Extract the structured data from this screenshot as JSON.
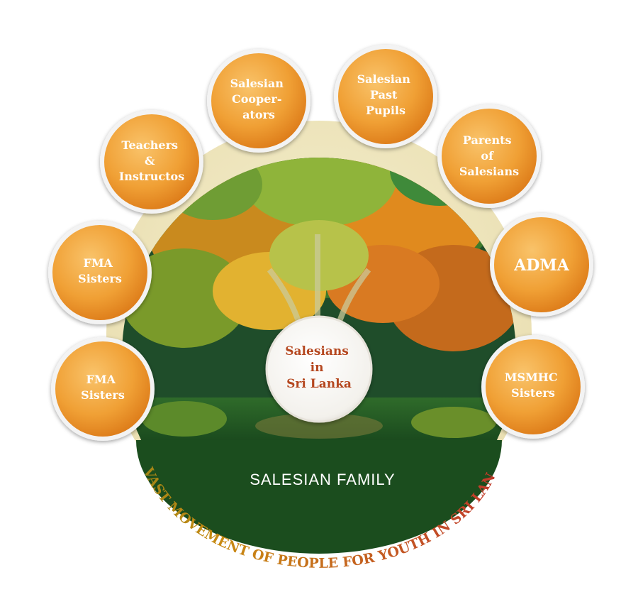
{
  "diagram": {
    "center": {
      "lines": [
        "Salesians",
        "in",
        "Sri Lanka"
      ]
    },
    "banner": "SALESIAN FAMILY",
    "tagline": "A VAST MOVEMENT OF PEOPLE FOR YOUTH IN SRI LANKA",
    "nodes": [
      {
        "id": "fma-sisters-lower",
        "lines": [
          "FMA",
          "Sisters"
        ]
      },
      {
        "id": "fma-sisters-upper",
        "lines": [
          "FMA",
          "Sisters"
        ]
      },
      {
        "id": "teachers-instructors",
        "lines": [
          "Teachers",
          "&",
          "Instructos"
        ]
      },
      {
        "id": "salesian-cooperators",
        "lines": [
          "Salesian",
          "Cooper-",
          "ators"
        ]
      },
      {
        "id": "salesian-past-pupils",
        "lines": [
          "Salesian",
          "Past",
          "Pupils"
        ]
      },
      {
        "id": "parents-of-salesians",
        "lines": [
          "Parents",
          "of",
          "Salesians"
        ]
      },
      {
        "id": "adma",
        "lines": [
          "ADMA"
        ]
      },
      {
        "id": "msmhc-sisters",
        "lines": [
          "MSMHC",
          "Sisters"
        ]
      }
    ],
    "colors": {
      "node_orange": "#f2a23a",
      "node_orange_dark": "#e07f1d",
      "banner_green": "#1b4d1e",
      "tagline_start": "#5a7d1c",
      "tagline_end": "#c0392b"
    }
  }
}
